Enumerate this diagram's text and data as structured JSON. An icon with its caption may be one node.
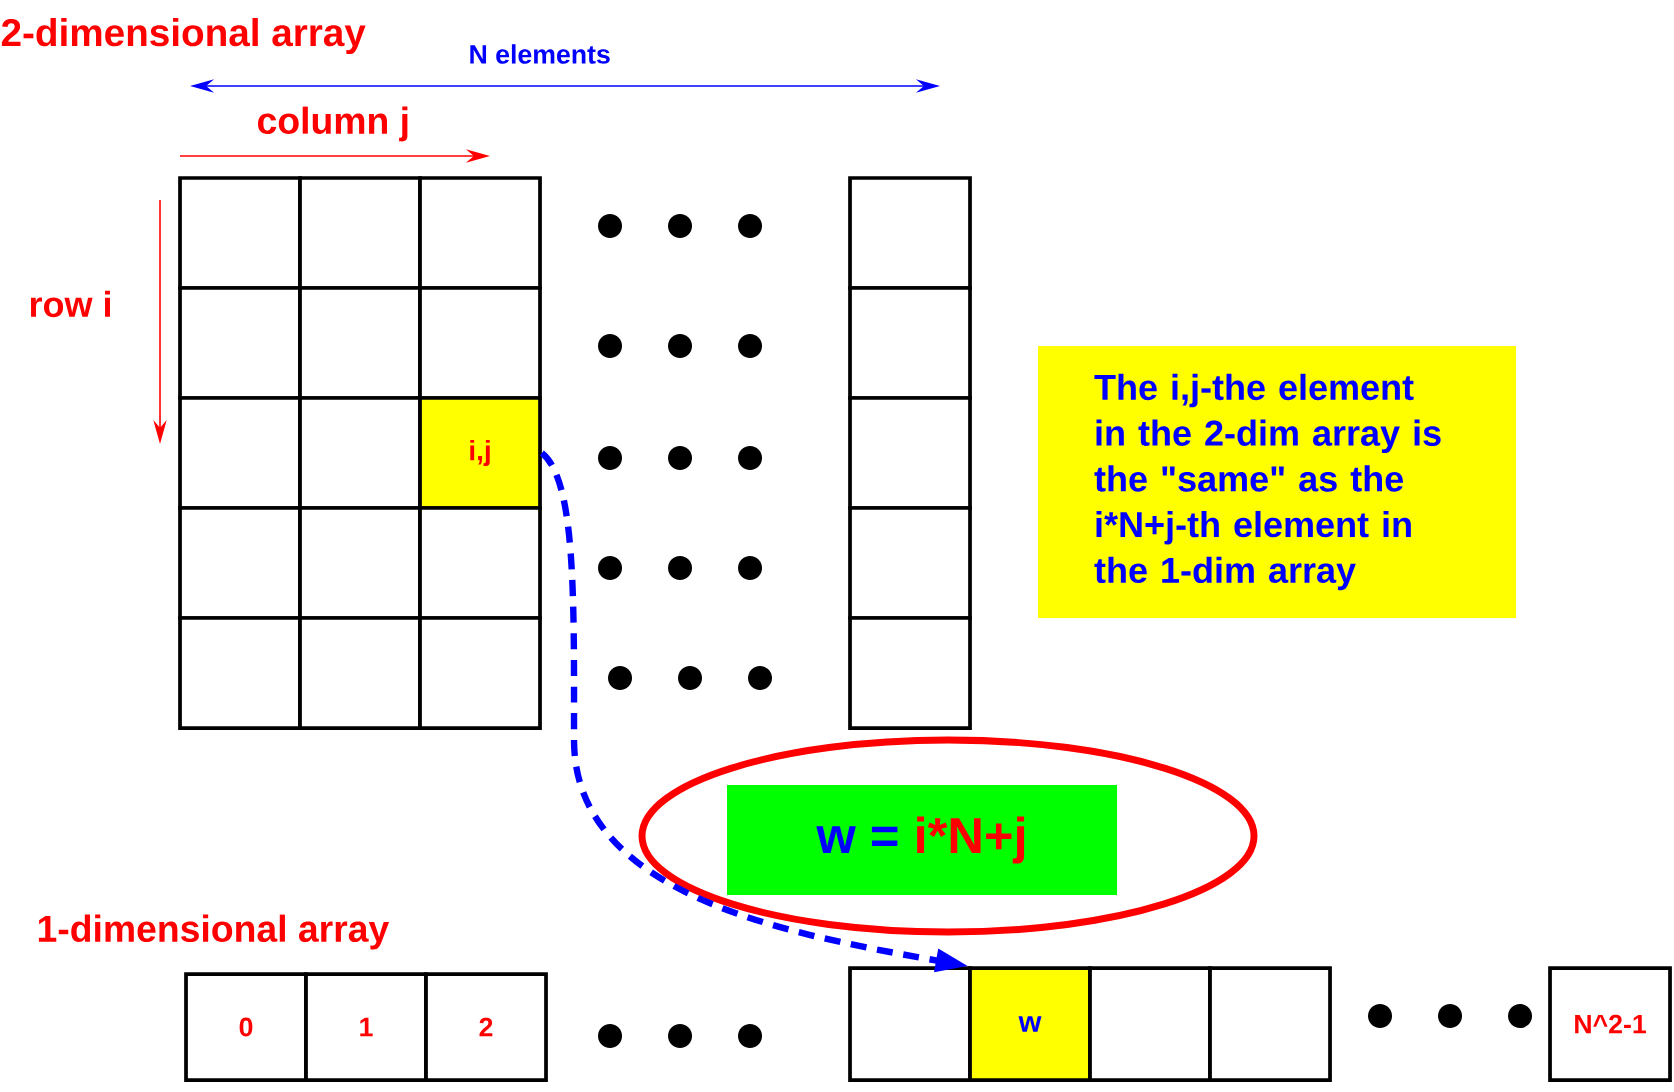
{
  "diagram": {
    "nodes": [
      {
        "text": [],
        "shape": "box"
      },
      {
        "text": [],
        "shape": "box"
      },
      {
        "text": [],
        "shape": "box"
      },
      {
        "text": [],
        "shape": "box"
      },
      {
        "text": [],
        "shape": "box"
      },
      {
        "text": [],
        "shape": "box"
      },
      {
        "text": [],
        "shape": "box"
      },
      {
        "text": [],
        "shape": "box"
      },
      {
        "text": [],
        "shape": "box"
      },
      {
        "text": [],
        "shape": "box"
      },
      {
        "text": [
          "i,j"
        ]
      },
      {
        "text": [],
        "shape": "box"
      },
      {
        "text": [],
        "shape": "box"
      },
      {
        "text": [],
        "shape": "box"
      },
      {
        "text": [],
        "shape": "box"
      },
      {
        "text": [],
        "shape": "box"
      },
      {
        "text": [],
        "shape": "box"
      },
      {
        "text": [],
        "shape": "box"
      },
      {
        "text": [],
        "shape": "box"
      },
      {
        "text": [],
        "shape": "box"
      },
      {
        "text": [
          "The i,j-the element in the 2-dim array is the \"same\" as the i*N+j-th element in the 1-dim array"
        ]
      },
      {
        "text": [],
        "shape": "ellipse"
      },
      {
        "text": [
          "w =",
          "i*N+j"
        ],
        "in": 21
      },
      {
        "text": [
          "0"
        ]
      },
      {
        "text": [
          "1"
        ]
      },
      {
        "text": [
          "2"
        ]
      },
      {
        "text": [],
        "shape": "box"
      },
      {
        "text": [
          "w"
        ]
      },
      {
        "text": [],
        "shape": "box"
      },
      {
        "text": [],
        "shape": "box"
      },
      {
        "text": [
          "N^2-1"
        ]
      }
    ],
    "edges": [
      {
        "from": 10,
        "to": 27,
        "arrow": "to",
        "style": "dashed",
        "color": "#0000ff"
      }
    ],
    "labels": [
      "2-dimensional array",
      "N elements",
      "column j",
      "row i",
      "1-dimensional array"
    ]
  }
}
